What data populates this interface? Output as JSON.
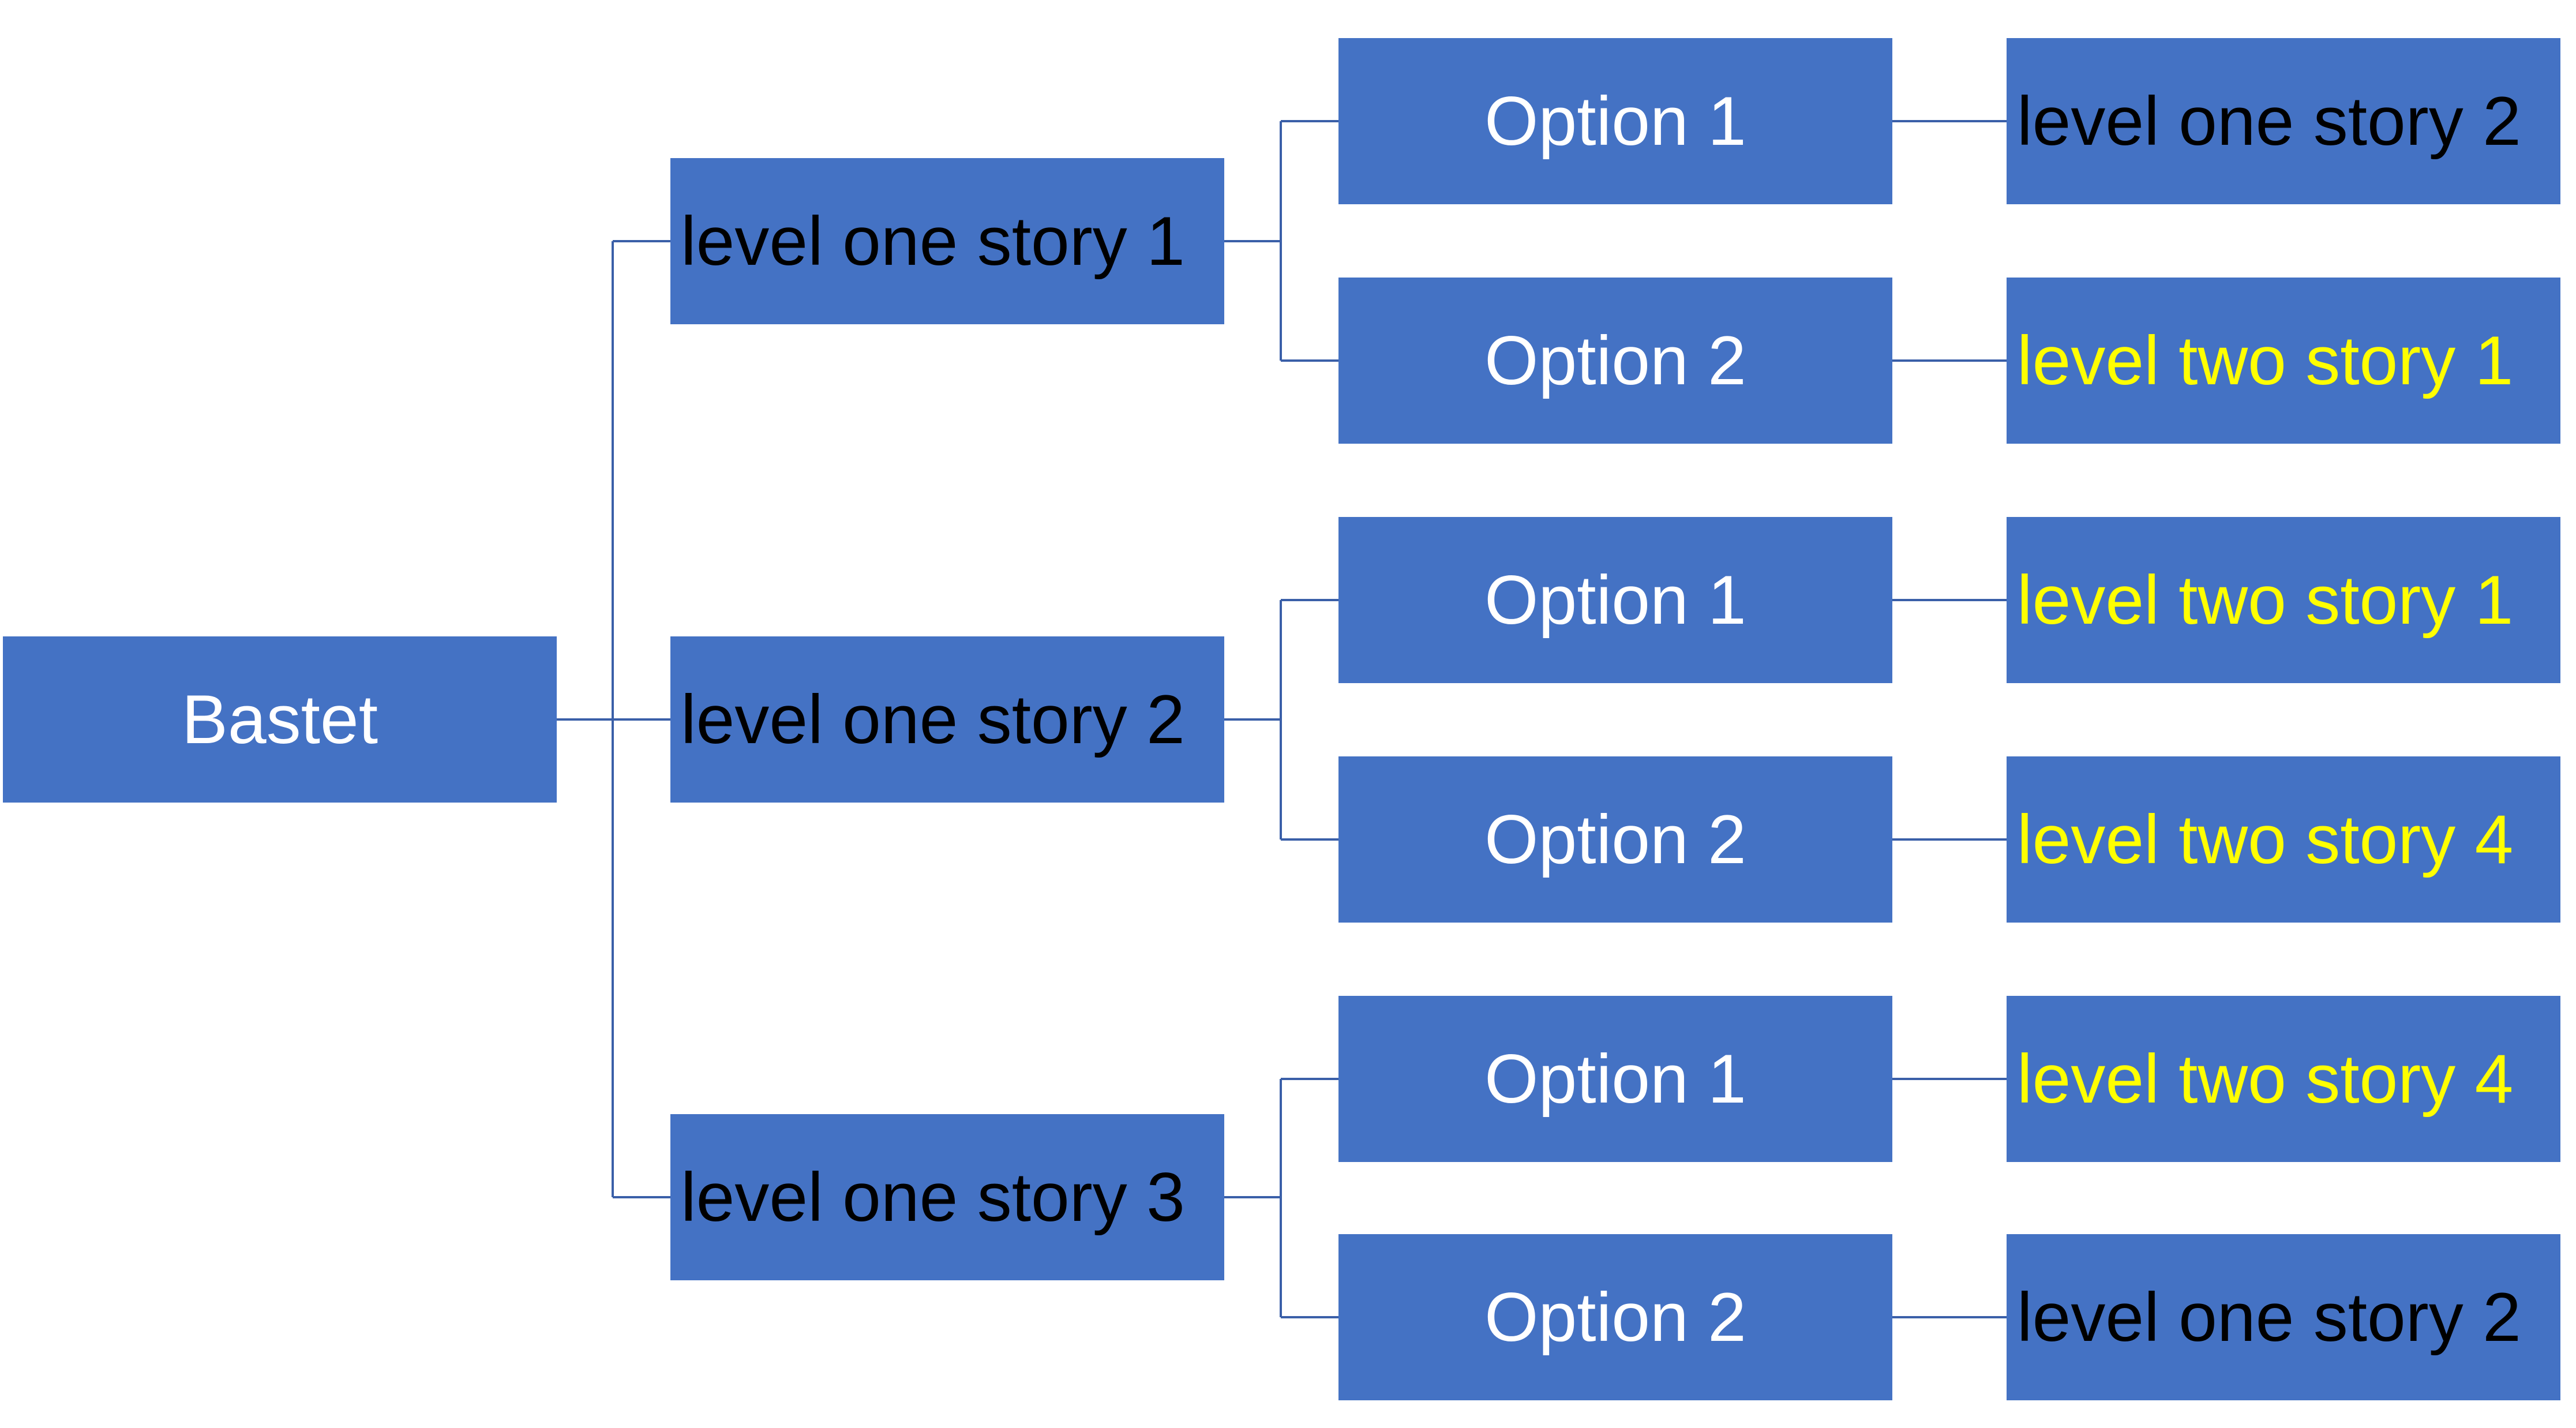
{
  "colors": {
    "box_fill": "#4472c4",
    "connector": "#3a5fa8",
    "text_white": "#ffffff",
    "text_black": "#000000",
    "text_yellow": "#ffff00"
  },
  "root": {
    "label": "Bastet"
  },
  "branches": [
    {
      "label": "level one story 1",
      "options": [
        {
          "label": "Option 1",
          "result": {
            "label": "level one story 2",
            "text_color": "black"
          }
        },
        {
          "label": "Option 2",
          "result": {
            "label": "level two story 1",
            "text_color": "yellow"
          }
        }
      ]
    },
    {
      "label": "level one story 2",
      "options": [
        {
          "label": "Option 1",
          "result": {
            "label": "level two story 1",
            "text_color": "yellow"
          }
        },
        {
          "label": "Option 2",
          "result": {
            "label": "level two story 4",
            "text_color": "yellow"
          }
        }
      ]
    },
    {
      "label": "level one story 3",
      "options": [
        {
          "label": "Option 1",
          "result": {
            "label": "level two story 4",
            "text_color": "yellow"
          }
        },
        {
          "label": "Option 2",
          "result": {
            "label": "level one story 2",
            "text_color": "black"
          }
        }
      ]
    }
  ]
}
